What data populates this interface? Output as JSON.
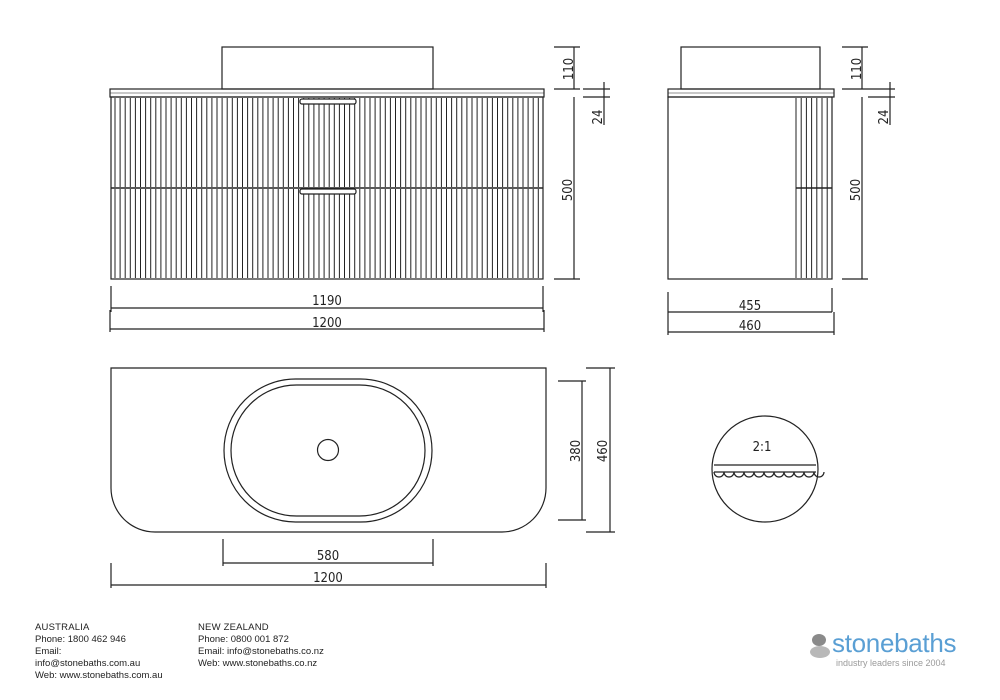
{
  "front_view": {
    "dim_height_basin": "110",
    "dim_top_thickness": "24",
    "dim_cabinet_height": "500",
    "dim_cabinet_width": "1190",
    "dim_overall_width": "1200"
  },
  "side_view": {
    "dim_height_basin": "110",
    "dim_top_thickness": "24",
    "dim_cabinet_height": "500",
    "dim_cabinet_depth": "455",
    "dim_overall_depth": "460"
  },
  "plan_view": {
    "dim_basin_depth": "380",
    "dim_overall_depth": "460",
    "dim_basin_width": "580",
    "dim_overall_width": "1200"
  },
  "detail": {
    "scale_label": "2:1"
  },
  "contacts": {
    "australia": {
      "heading": "AUSTRALIA",
      "phone": "Phone: 1800 462 946",
      "email_label": "Email:",
      "email": "info@stonebaths.com.au",
      "web": "Web: www.stonebaths.com.au"
    },
    "new_zealand": {
      "heading": "NEW ZEALAND",
      "phone": "Phone: 0800 001 872",
      "email": "Email: info@stonebaths.co.nz",
      "web": "Web: www.stonebaths.co.nz"
    }
  },
  "brand": {
    "name": "stonebaths",
    "tagline": "industry leaders since 2004",
    "color": "#5a9fd4"
  }
}
